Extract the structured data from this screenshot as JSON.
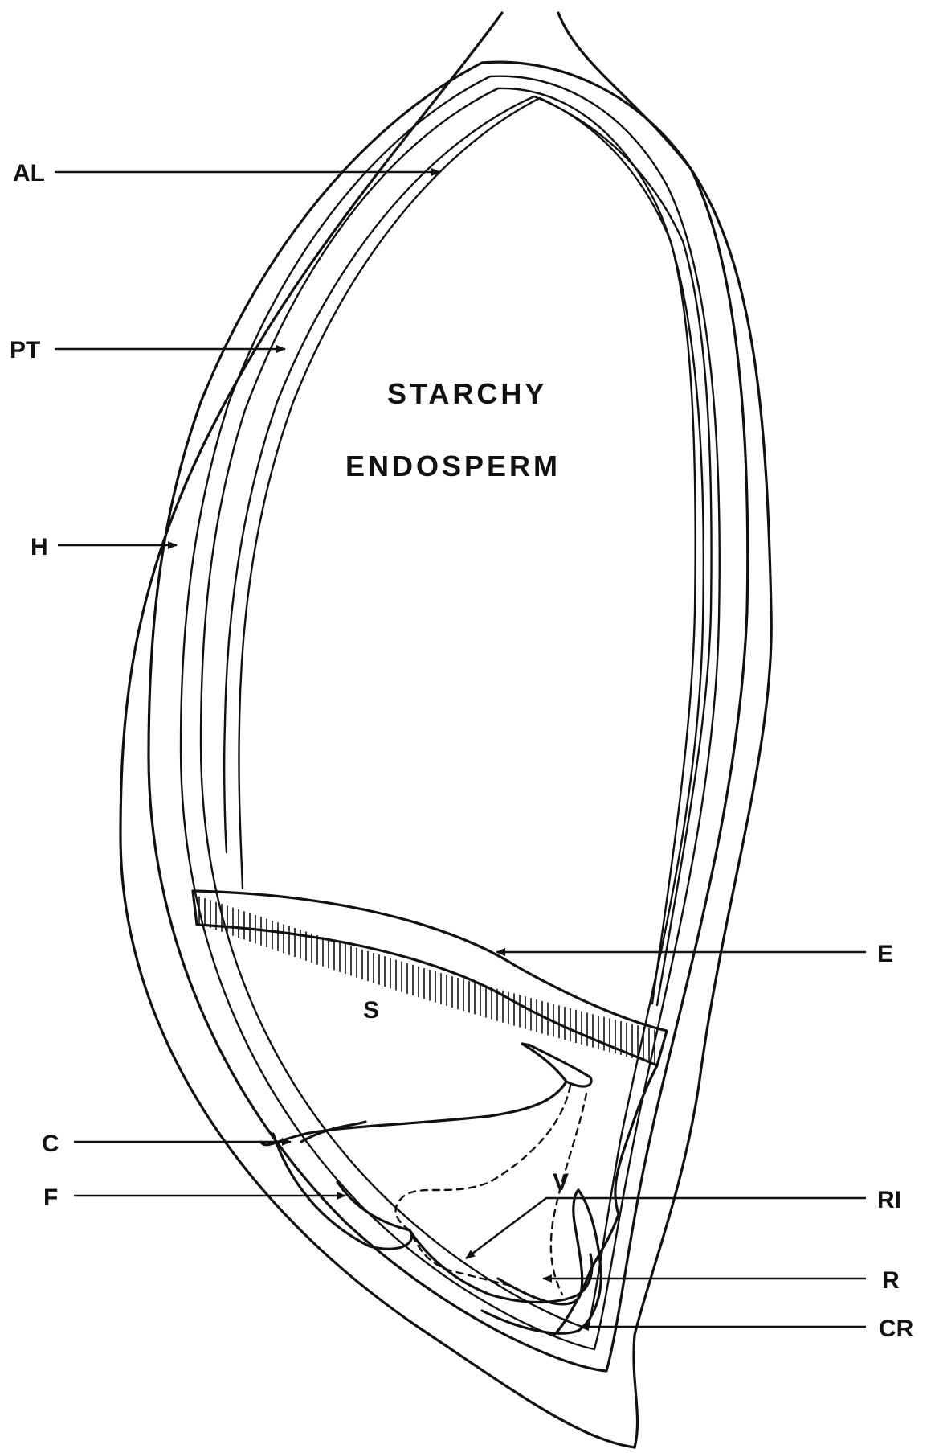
{
  "labels": {
    "al": "AL",
    "pt": "PT",
    "h": "H",
    "e": "E",
    "c": "C",
    "f": "F",
    "ri": "RI",
    "r": "R",
    "cr": "CR",
    "s": "S",
    "v": "V",
    "starchy": "STARCHY",
    "endosperm": "ENDOSPERM"
  },
  "colors": {
    "ink": "#111111",
    "background": "#ffffff"
  }
}
